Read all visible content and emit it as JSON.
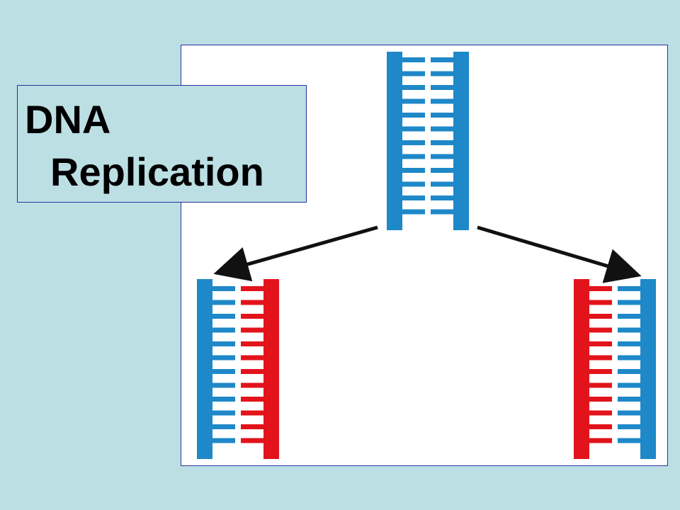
{
  "title": {
    "line1": "DNA",
    "line2": "Replication"
  },
  "colors": {
    "background": "#bcdfe3",
    "frame_border": "#2b2fa3",
    "original_strand": "#1e88c8",
    "new_strand": "#e3131b",
    "arrow": "#111111"
  },
  "diagram": {
    "parent_molecule": {
      "strands": [
        "original",
        "original"
      ],
      "rungs": 12
    },
    "daughter_molecules": [
      {
        "strands": [
          "original",
          "new"
        ],
        "rungs": 12
      },
      {
        "strands": [
          "new",
          "original"
        ],
        "rungs": 12
      }
    ],
    "arrows": [
      "to-left-daughter",
      "to-right-daughter"
    ]
  }
}
